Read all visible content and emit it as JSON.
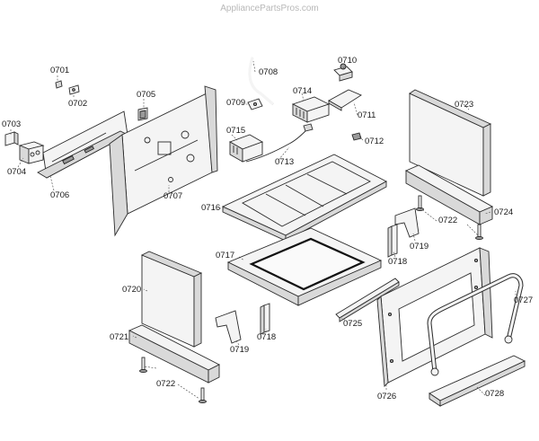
{
  "watermark": "AppliancePartsPros.com",
  "callouts": {
    "p0701": "0701",
    "p0702": "0702",
    "p0703": "0703",
    "p0704": "0704",
    "p0705": "0705",
    "p0706": "0706",
    "p0707": "0707",
    "p0708": "0708",
    "p0709": "0709",
    "p0710": "0710",
    "p0711": "0711",
    "p0712": "0712",
    "p0713": "0713",
    "p0714": "0714",
    "p0715": "0715",
    "p0716": "0716",
    "p0717": "0717",
    "p0718a": "0718",
    "p0718b": "0718",
    "p0719a": "0719",
    "p0719b": "0719",
    "p0720": "0720",
    "p0721": "0721",
    "p0722a": "0722",
    "p0722b": "0722",
    "p0723": "0723",
    "p0724": "0724",
    "p0725": "0725",
    "p0726": "0726",
    "p0727": "0727",
    "p0728": "0728"
  }
}
